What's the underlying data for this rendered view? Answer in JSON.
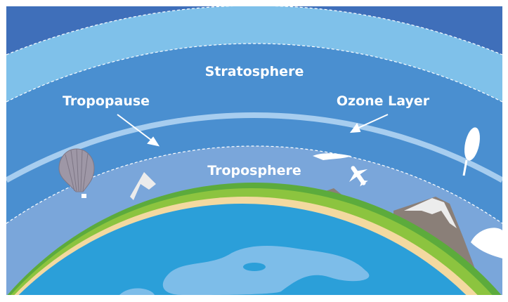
{
  "labels": {
    "stratosphere": "Stratosphere",
    "tropopause": "Tropopause",
    "ozone_layer": "Ozone Layer",
    "troposphere": "Troposphere"
  },
  "colors": {
    "upper_atmosphere": "#3f6fba",
    "light_band": "#7fc1ea",
    "stratosphere": "#4a8fd0",
    "ozone_band": "#a7cdef",
    "troposphere": "#7aa6da",
    "ocean": "#2b9fd9",
    "ocean_light": "#7dbde9",
    "land_green": "#5cab3c",
    "land_light_green": "#8cc43f",
    "sand": "#f3d9a0",
    "mountain": "#8a7f78",
    "snow": "#ececec"
  }
}
